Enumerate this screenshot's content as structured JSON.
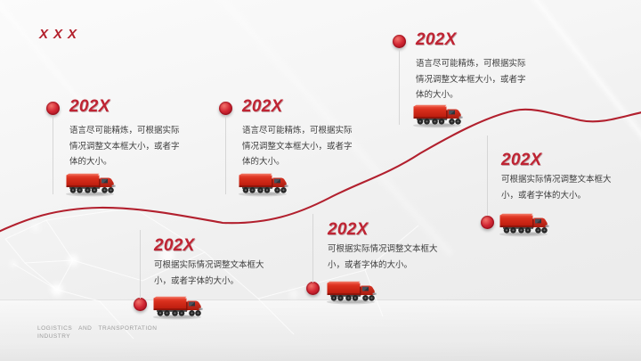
{
  "slide": {
    "logo_text": "XXX",
    "footer": {
      "line1": "LOGISTICS AND TRANSPORTATION",
      "line2": "INDUSTRY"
    },
    "colors": {
      "accent": "#bf2433",
      "accent_dark": "#b3202c",
      "curve": "#b2202e",
      "body_text": "#3f3f3f",
      "footer_text": "#9c9c9c",
      "background": "#f1f1f1"
    }
  },
  "timeline": {
    "items": [
      {
        "year": "202X",
        "description": "语言尽可能精炼，可根据实际情况调整文本框大小，或者字体的大小。"
      },
      {
        "year": "202X",
        "description": "语言尽可能精炼，可根据实际情况调整文本框大小，或者字体的大小。"
      },
      {
        "year": "202X",
        "description": "语言尽可能精炼，可根据实际情况调整文本框大小，或者字体的大小。"
      },
      {
        "year": "202X",
        "description": "可根据实际情况调整文本框大小，或者字体的大小。"
      },
      {
        "year": "202X",
        "description": "可根据实际情况调整文本框大小，或者字体的大小。"
      },
      {
        "year": "202X",
        "description": "可根据实际情况调整文本框大小，或者字体的大小。"
      }
    ]
  }
}
